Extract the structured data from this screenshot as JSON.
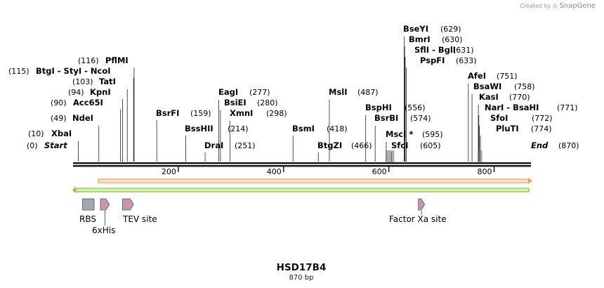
{
  "watermark": {
    "prefix": "Created by",
    "brand": "SnapGene"
  },
  "map": {
    "name": "HSD17B4",
    "length_label": "870 bp",
    "length": 870,
    "ticks": [
      200,
      400,
      600,
      800
    ],
    "sites": [
      {
        "name": "Start",
        "pos": 0,
        "label": "(0)",
        "italic": true
      },
      {
        "name": "XbaI",
        "pos": 10,
        "label": "(10)"
      },
      {
        "name": "NdeI",
        "pos": 49,
        "label": "(49)"
      },
      {
        "name": "Acc65I",
        "pos": 90,
        "label": "(90)"
      },
      {
        "name": "KpnI",
        "pos": 94,
        "label": "(94)"
      },
      {
        "name": "TatI",
        "pos": 103,
        "label": "(103)"
      },
      {
        "name": "BtgI - StyI - NcoI",
        "pos": 115,
        "label": "(115)"
      },
      {
        "name": "PflMI",
        "pos": 116,
        "label": "(116)"
      },
      {
        "name": "BsrFI",
        "pos": 159,
        "label": "(159)"
      },
      {
        "name": "BssHII",
        "pos": 214,
        "label": "(214)"
      },
      {
        "name": "DraI",
        "pos": 251,
        "label": "(251)"
      },
      {
        "name": "EagI",
        "pos": 277,
        "label": "(277)"
      },
      {
        "name": "BsiEI",
        "pos": 280,
        "label": "(280)"
      },
      {
        "name": "XmnI",
        "pos": 298,
        "label": "(298)"
      },
      {
        "name": "BsmI",
        "pos": 418,
        "label": "(418)"
      },
      {
        "name": "BtgZI",
        "pos": 466,
        "label": "(466)"
      },
      {
        "name": "MslI",
        "pos": 487,
        "label": "(487)"
      },
      {
        "name": "BspHI",
        "pos": 556,
        "label": "(556)"
      },
      {
        "name": "BsrBI",
        "pos": 574,
        "label": "(574)"
      },
      {
        "name": "MscI *",
        "pos": 595,
        "label": "(595)"
      },
      {
        "name": "SfcI",
        "pos": 605,
        "label": "(605)"
      },
      {
        "name": "BseYI",
        "pos": 629,
        "label": "(629)"
      },
      {
        "name": "BmrI",
        "pos": 630,
        "label": "(630)"
      },
      {
        "name": "SflI - BglI",
        "pos": 631,
        "label": "(631)"
      },
      {
        "name": "PspFI",
        "pos": 633,
        "label": "(633)"
      },
      {
        "name": "AfeI",
        "pos": 751,
        "label": "(751)"
      },
      {
        "name": "BsaWI",
        "pos": 758,
        "label": "(758)"
      },
      {
        "name": "KasI",
        "pos": 770,
        "label": "(770)"
      },
      {
        "name": "NarI - BsaHI",
        "pos": 771,
        "label": "(771)"
      },
      {
        "name": "SfoI",
        "pos": 772,
        "label": "(772)"
      },
      {
        "name": "PluTI",
        "pos": 774,
        "label": "(774)"
      },
      {
        "name": "End",
        "pos": 870,
        "label": "(870)",
        "italic": true
      }
    ],
    "features": [
      {
        "name": "RBS",
        "type": "box",
        "start": 18,
        "end": 40,
        "color": "#a3a7ae"
      },
      {
        "name": "6xHis",
        "type": "arrow",
        "start": 52,
        "end": 69,
        "color": "#c995b1"
      },
      {
        "name": "TEV site",
        "type": "arrow",
        "start": 94,
        "end": 115,
        "color": "#c995b1"
      },
      {
        "name": "Factor Xa site",
        "type": "arrow",
        "start": 656,
        "end": 668,
        "color": "#c995b1"
      }
    ],
    "colors": {
      "orange_bar": "#f0a24c",
      "orange_fill": "#fbe3c5",
      "green_bar": "#83c93a",
      "green_fill": "#d9f0bd"
    }
  }
}
